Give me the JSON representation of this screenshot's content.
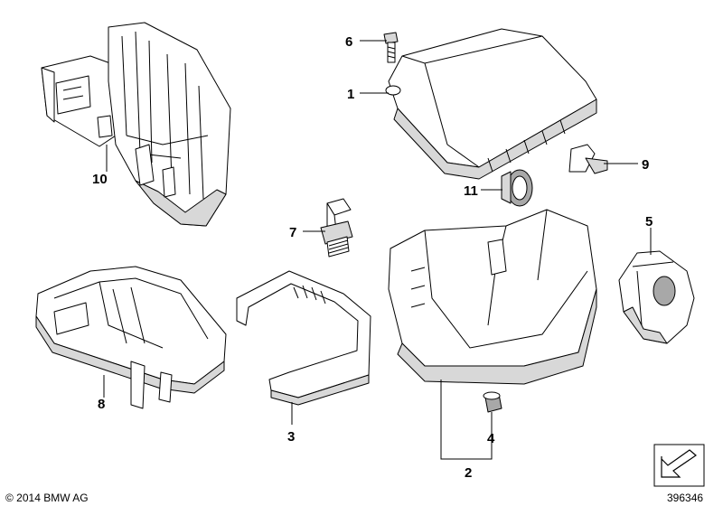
{
  "diagram": {
    "callouts": [
      {
        "key": "c1",
        "label": "1"
      },
      {
        "key": "c2",
        "label": "2"
      },
      {
        "key": "c3",
        "label": "3"
      },
      {
        "key": "c4",
        "label": "4"
      },
      {
        "key": "c5",
        "label": "5"
      },
      {
        "key": "c6",
        "label": "6"
      },
      {
        "key": "c7",
        "label": "7"
      },
      {
        "key": "c8",
        "label": "8"
      },
      {
        "key": "c9",
        "label": "9"
      },
      {
        "key": "c10",
        "label": "10"
      },
      {
        "key": "c11",
        "label": "11"
      }
    ],
    "copyright": "© 2014 BMW AG",
    "diagram_number": "396346",
    "nav_icon": "arrow-left-icon"
  }
}
